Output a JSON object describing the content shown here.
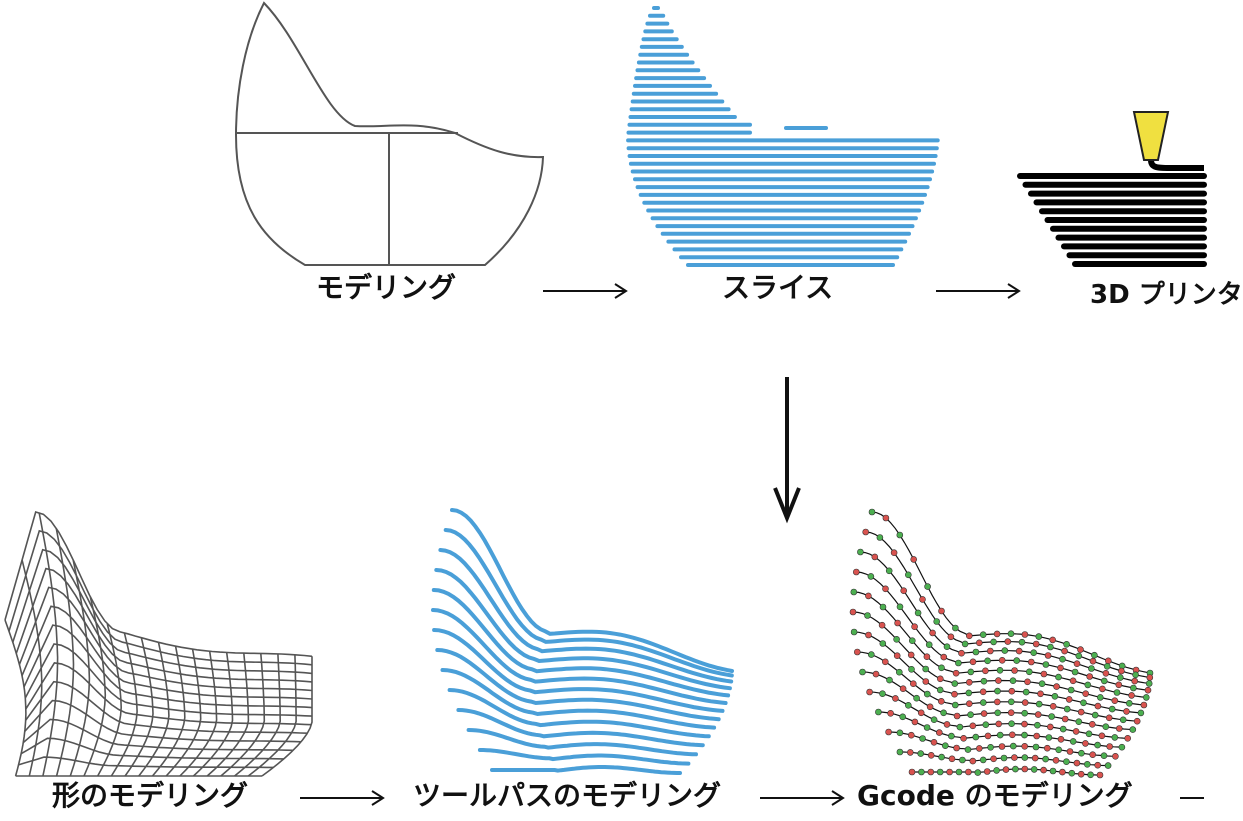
{
  "labels": {
    "modeling": "モデリング",
    "slice": "スライス",
    "print": "3D プリンタ",
    "shape_modeling": "形のモデリング",
    "toolpath_modeling": "ツールパスのモデリング",
    "gcode_modeling": "Gcode のモデリング"
  },
  "colors": {
    "outline": "#555555",
    "slice_blue": "#4a9fd8",
    "printer_black": "#000000",
    "nozzle_yellow": "#f0e040",
    "point_green": "#4caf50",
    "point_red": "#d9534f",
    "arrow": "#111111"
  }
}
